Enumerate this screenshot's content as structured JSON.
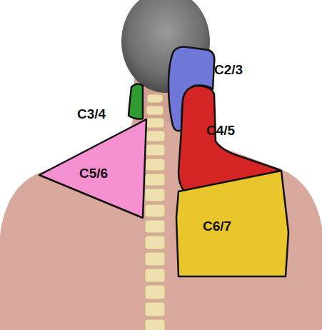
{
  "diagram": {
    "nodes": [
      {
        "text": [
          "C5/6"
        ]
      },
      {
        "text": [
          "C6/7"
        ]
      }
    ],
    "labels": [
      "C2/3",
      "C3/4",
      "C4/5"
    ]
  }
}
